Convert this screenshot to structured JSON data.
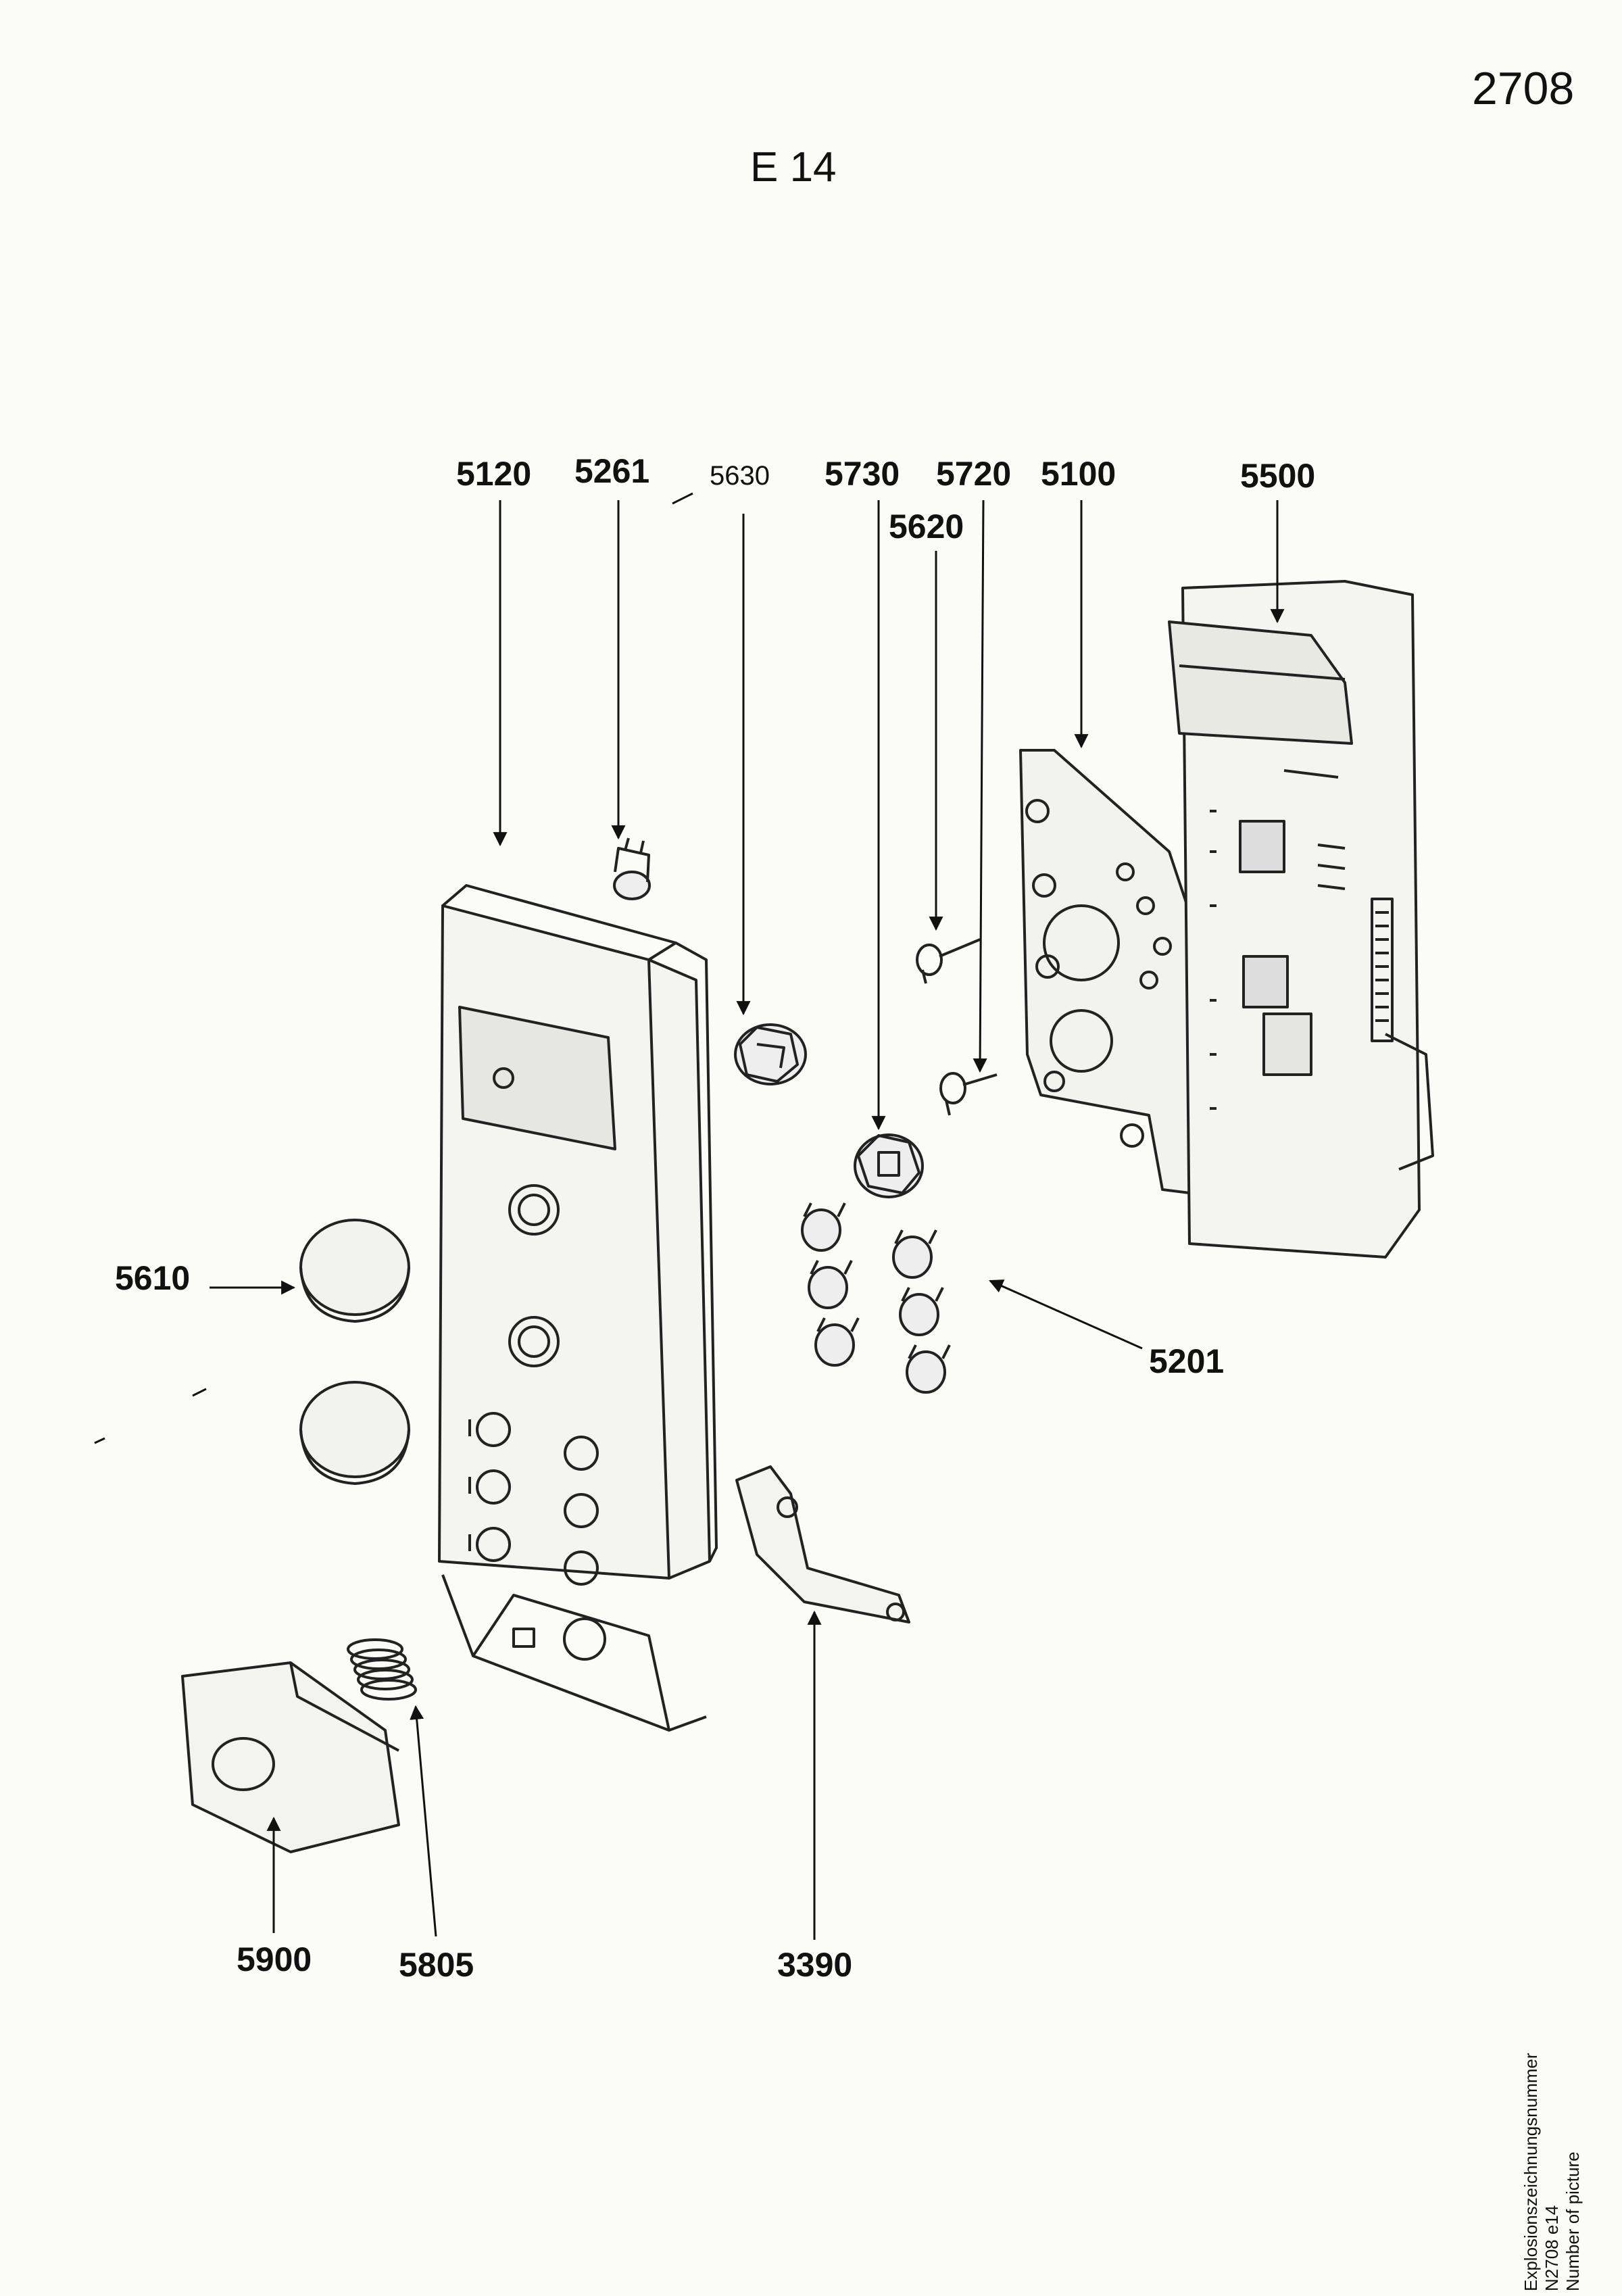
{
  "page_number": "2708",
  "sheet_label": "E 14",
  "side_note": {
    "line1": "Explosionszeichnungsnummer N2708 e14",
    "line2": "Number of picture"
  },
  "callouts": {
    "c5120": "5120",
    "c5261": "5261",
    "c5630": "5630",
    "c5730": "5730",
    "c5720": "5720",
    "c5100": "5100",
    "c5500": "5500",
    "c5620": "5620",
    "c5610": "5610",
    "c5201": "5201",
    "c5900": "5900",
    "c5805": "5805",
    "c3390": "3390"
  }
}
